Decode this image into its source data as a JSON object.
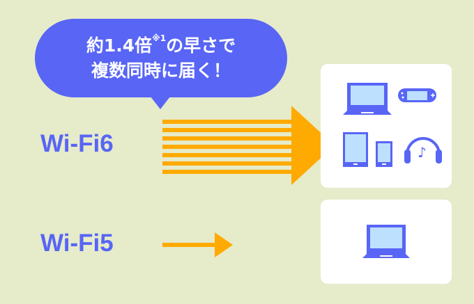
{
  "bubble": {
    "line1_pre": "約1.4倍",
    "note": "※1",
    "line1_post": "の早さで",
    "line2": "複数同時に届く！"
  },
  "wifi6": {
    "label": "Wi-Fi6",
    "devices": [
      "laptop-icon",
      "game-console-icon",
      "tablet-icon",
      "smartphone-icon",
      "headphones-icon"
    ]
  },
  "wifi5": {
    "label": "Wi-Fi5",
    "devices": [
      "laptop-icon"
    ]
  },
  "colors": {
    "background": "#e6ebca",
    "blue": "#5865f5",
    "orange": "#ffaa00",
    "screen": "#bde0ff"
  }
}
